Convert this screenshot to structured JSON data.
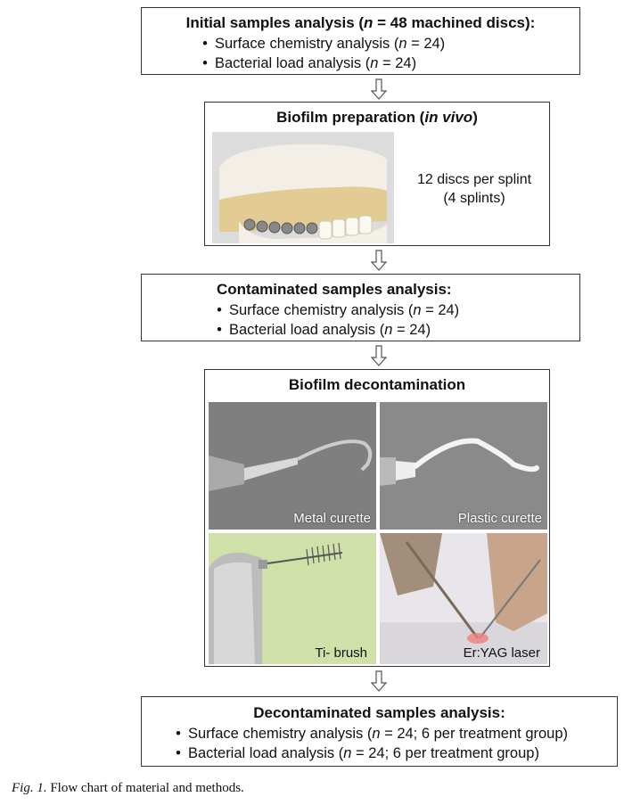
{
  "box1": {
    "title_pre": "Initial samples analysis (",
    "title_n": "n",
    "title_post": " = 48 machined discs):",
    "items": [
      {
        "pre": "Surface chemistry analysis (",
        "n": "n",
        "post": " = 24)"
      },
      {
        "pre": "Bacterial load analysis (",
        "n": "n",
        "post": " = 24)"
      }
    ]
  },
  "box2": {
    "title_pre": "Biofilm preparation (",
    "title_em": "in vivo",
    "title_post": ")",
    "side_line1": "12 discs per splint",
    "side_line2": "(4 splints)"
  },
  "box3": {
    "title": "Contaminated samples analysis:",
    "items": [
      {
        "pre": "Surface chemistry analysis (",
        "n": "n",
        "post": " = 24)"
      },
      {
        "pre": "Bacterial load analysis (",
        "n": "n",
        "post": " = 24)"
      }
    ]
  },
  "box4": {
    "title": "Biofilm decontamination",
    "photos": [
      "Metal curette",
      "Plastic curette",
      "Ti- brush",
      "Er:YAG laser"
    ]
  },
  "box5": {
    "title": "Decontaminated samples analysis:",
    "items": [
      {
        "pre": "Surface chemistry analysis (",
        "n": "n",
        "post": " = 24; 6 per treatment group)"
      },
      {
        "pre": "Bacterial load analysis (",
        "n": "n",
        "post": " = 24; 6 per treatment group)"
      }
    ]
  },
  "bullet": "•",
  "caption": {
    "fig": "Fig. 1.",
    "text": "Flow chart of material and methods."
  }
}
